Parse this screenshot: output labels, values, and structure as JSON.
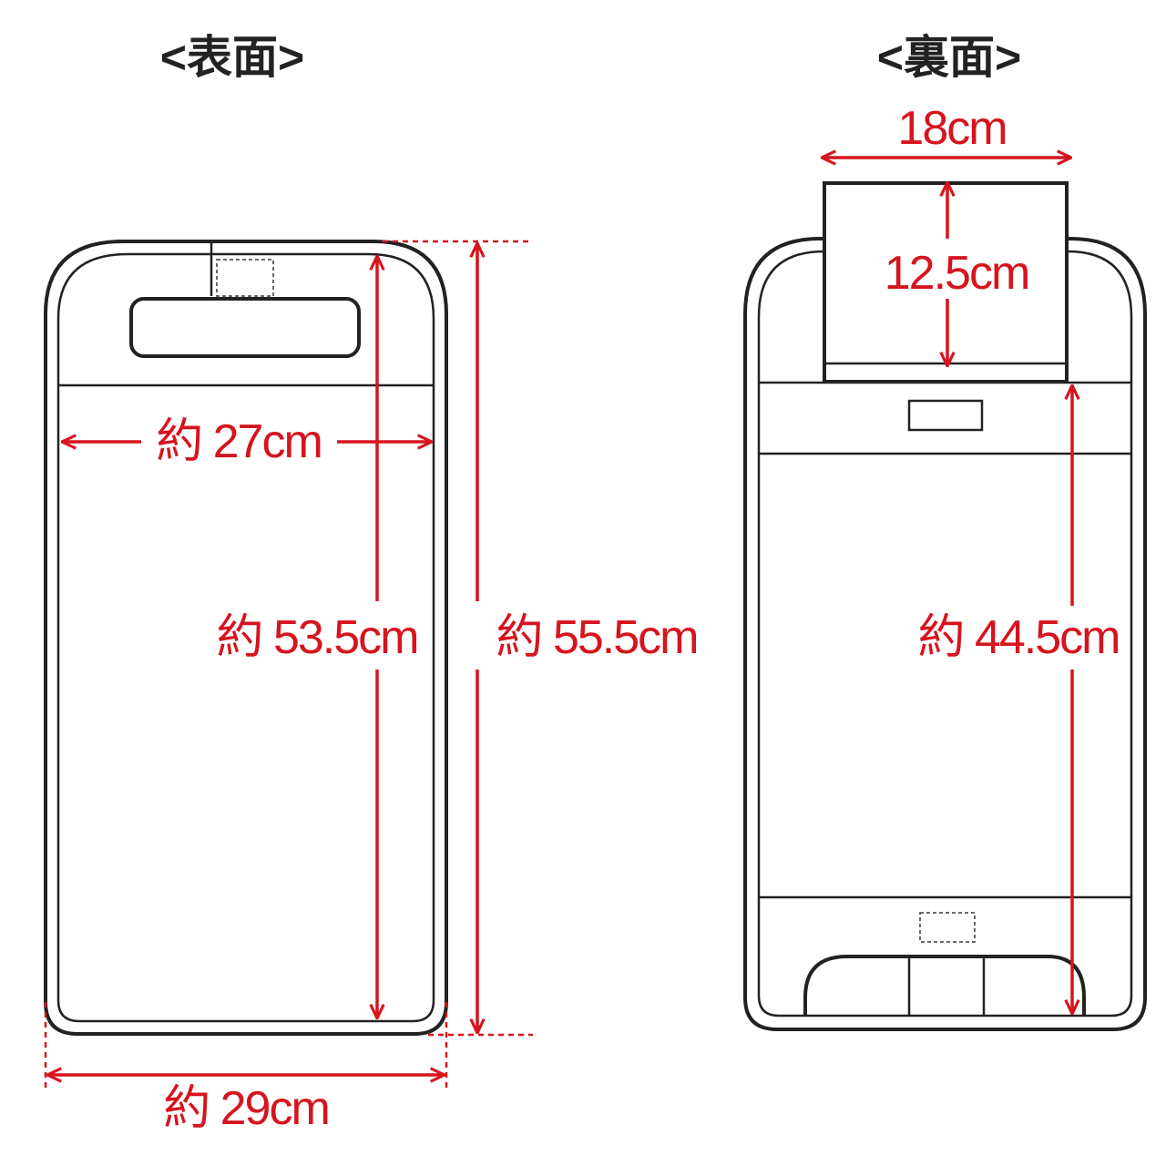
{
  "front": {
    "title": "<表面>",
    "dim_inner_width": "約 27cm",
    "dim_inner_height": "約 53.5cm",
    "dim_total_height": "約 55.5cm",
    "dim_total_width": "約 29cm"
  },
  "back": {
    "title": "<裏面>",
    "dim_pocket_width": "18cm",
    "dim_pocket_height": "12.5cm",
    "dim_height": "約 44.5cm"
  },
  "colors": {
    "dimension": "#d6141e",
    "outline": "#222222"
  }
}
